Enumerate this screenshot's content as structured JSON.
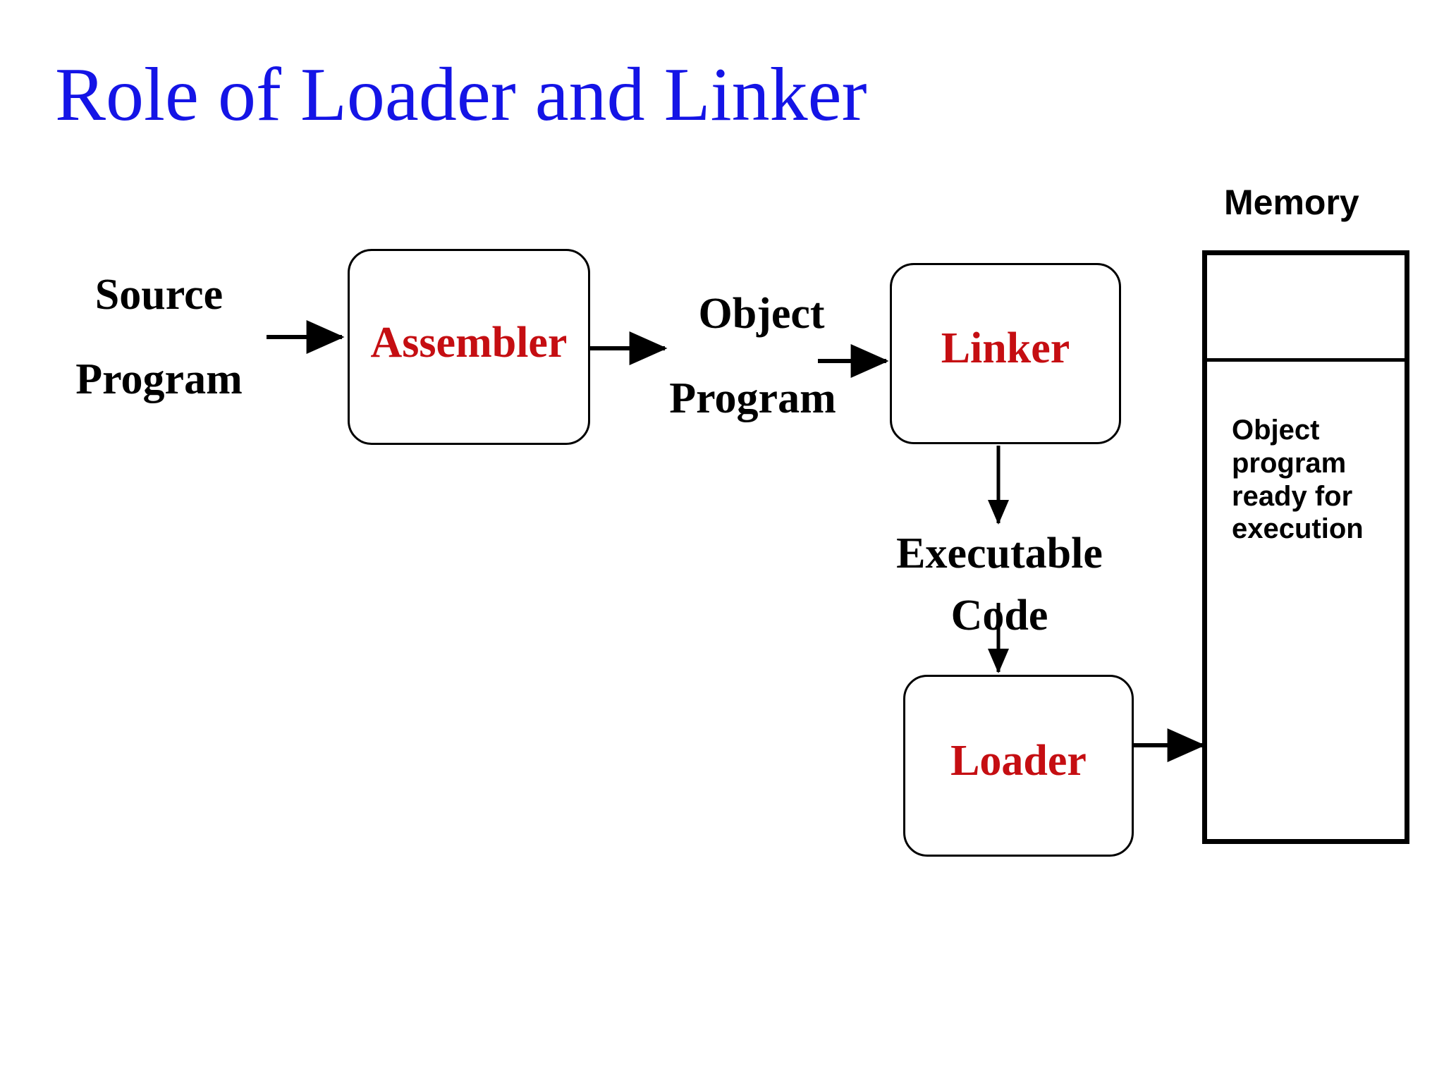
{
  "slide": {
    "title": "Role of Loader and Linker",
    "title_color": "#1414e6",
    "background_color": "#ffffff",
    "accent_red": "#c50e12",
    "line_color": "#000000"
  },
  "labels": {
    "source_line1": "Source",
    "source_line2": "Program",
    "object_line1": "Object",
    "object_line2": "Program",
    "executable_line1": "Executable",
    "executable_line2": "Code"
  },
  "boxes": {
    "assembler": "Assembler",
    "linker": "Linker",
    "loader": "Loader"
  },
  "memory": {
    "label": "Memory",
    "note": "Object program ready for execution"
  },
  "flow": {
    "edges": [
      {
        "name": "source-to-assembler",
        "from": "Source Program",
        "to": "Assembler"
      },
      {
        "name": "assembler-to-object",
        "from": "Assembler",
        "to": "Object Program"
      },
      {
        "name": "object-to-linker",
        "from": "Object Program",
        "to": "Linker"
      },
      {
        "name": "linker-to-executable",
        "from": "Linker",
        "to": "Executable Code"
      },
      {
        "name": "executable-to-loader",
        "from": "Executable Code",
        "to": "Loader"
      },
      {
        "name": "loader-to-memory",
        "from": "Loader",
        "to": "Memory"
      }
    ]
  }
}
